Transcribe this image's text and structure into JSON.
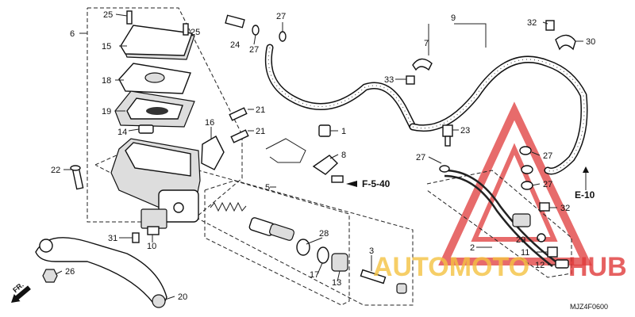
{
  "callouts": [
    "25",
    "25",
    "6",
    "15",
    "18",
    "19",
    "14",
    "22",
    "16",
    "21",
    "21",
    "24",
    "27",
    "27",
    "5",
    "1",
    "8",
    "10",
    "31",
    "26",
    "20",
    "28",
    "17",
    "13",
    "3",
    "9",
    "7",
    "33",
    "32",
    "30",
    "23",
    "27",
    "27",
    "27",
    "2",
    "32",
    "29",
    "11",
    "12"
  ],
  "references": {
    "f540": "F-5-40",
    "e10": "E-10"
  },
  "fr_label": "FR.",
  "diagram_code": "MJZ4F0600",
  "watermark": {
    "part1": "AUTOMOTO",
    "part2": "HUB",
    "color_red": "#e03a3a",
    "color_yellow": "#f5c242"
  }
}
